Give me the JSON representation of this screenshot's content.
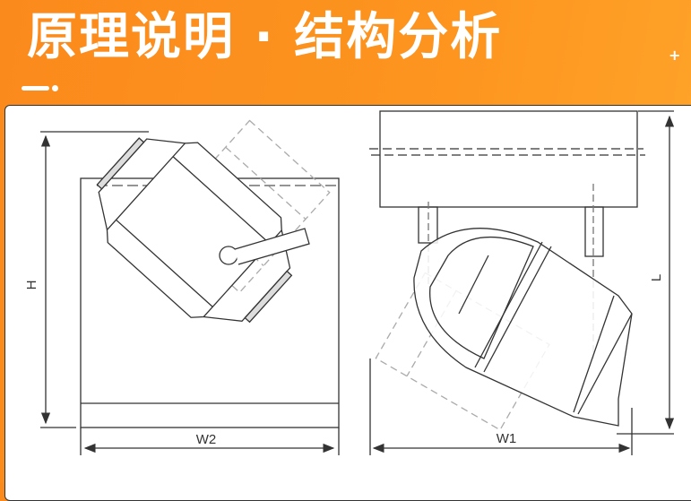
{
  "header": {
    "title": "原理说明 · 结构分析",
    "plus_symbol": "+"
  },
  "diagram": {
    "left_view": {
      "height_label": "H",
      "width_label": "W2"
    },
    "right_view": {
      "length_label": "L",
      "width_label": "W1"
    }
  },
  "colors": {
    "header_orange": "#fb8a1c",
    "line": "#333333",
    "dashed": "#888888"
  }
}
